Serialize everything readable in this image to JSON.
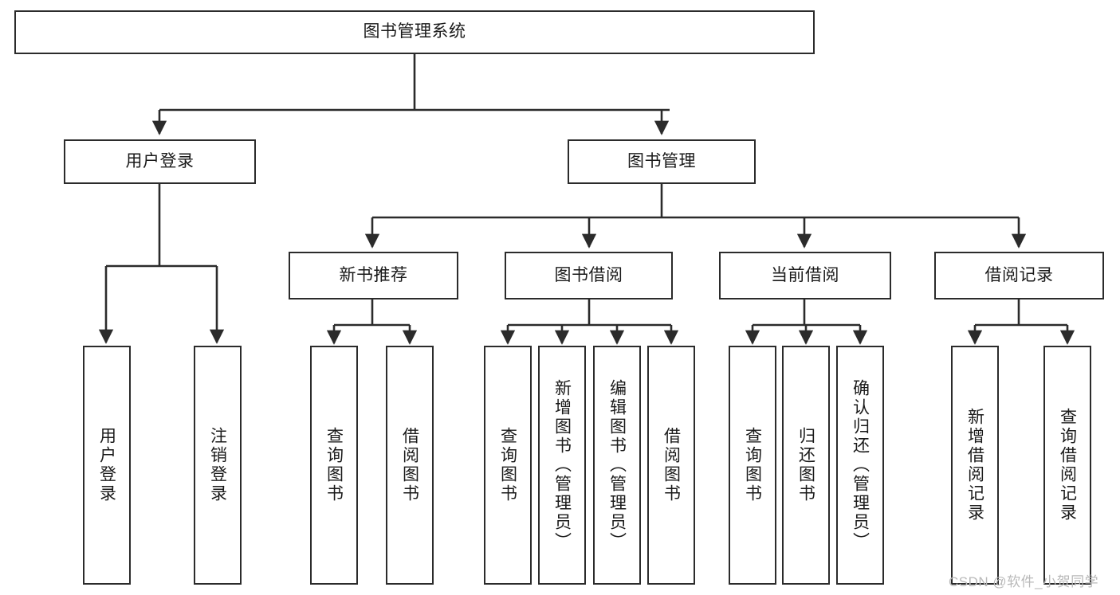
{
  "diagram": {
    "title": "图书管理系统",
    "type": "functional-structure-tree",
    "root": {
      "label": "图书管理系统"
    },
    "level2": [
      {
        "label": "用户登录"
      },
      {
        "label": "图书管理"
      }
    ],
    "level3": [
      {
        "label": "新书推荐"
      },
      {
        "label": "图书借阅"
      },
      {
        "label": "当前借阅"
      },
      {
        "label": "借阅记录"
      }
    ],
    "leaves": {
      "user_login": [
        {
          "label": "用户登录"
        },
        {
          "label": "注销登录"
        }
      ],
      "new_book_recommend": [
        {
          "label": "查询图书"
        },
        {
          "label": "借阅图书"
        }
      ],
      "book_borrow": [
        {
          "label": "查询图书"
        },
        {
          "label": "新增图书（管理员）"
        },
        {
          "label": "编辑图书（管理员）"
        },
        {
          "label": "借阅图书"
        }
      ],
      "current_borrow": [
        {
          "label": "查询图书"
        },
        {
          "label": "归还图书"
        },
        {
          "label": "确认归还（管理员）"
        }
      ],
      "borrow_record": [
        {
          "label": "新增借阅记录"
        },
        {
          "label": "查询借阅记录"
        }
      ]
    }
  },
  "watermark": {
    "text": "CSDN @软件_小贺同学"
  },
  "colors": {
    "stroke": "#2b2b2b",
    "fill": "#ffffff",
    "text": "#1a1a1a",
    "watermark": "#b9b9b9"
  }
}
